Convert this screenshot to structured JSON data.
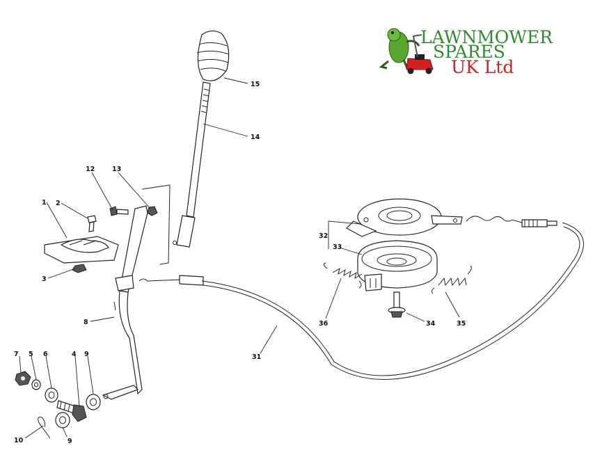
{
  "logo": {
    "line1": "LAWNMOWER",
    "line2": "SPARES",
    "line3": "UK Ltd",
    "green": "#2e8b2e",
    "red": "#d42020"
  },
  "callouts": {
    "c1": "1",
    "c2": "2",
    "c3": "3",
    "c4": "4",
    "c5": "5",
    "c6": "6",
    "c7": "7",
    "c8": "8",
    "c9a": "9",
    "c9b": "9",
    "c10": "10",
    "c12": "12",
    "c13": "13",
    "c14": "14",
    "c15": "15",
    "c31": "31",
    "c32": "32",
    "c33": "33",
    "c34": "34",
    "c35": "35",
    "c36": "36"
  }
}
